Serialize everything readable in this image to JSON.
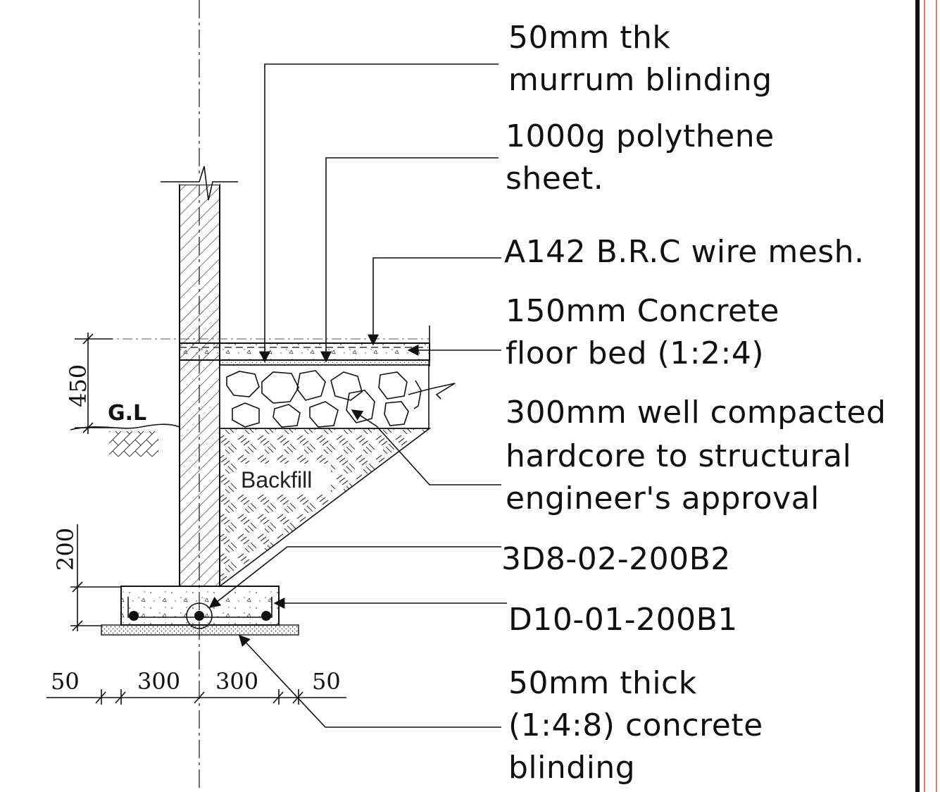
{
  "labels": {
    "murrum": [
      "50mm thk",
      "murrum blinding"
    ],
    "polythene": [
      "1000g polythene",
      "sheet."
    ],
    "mesh": "A142 B.R.C wire mesh.",
    "floor_bed": [
      "150mm Concrete",
      "floor bed (1:2:4)"
    ],
    "hardcore": [
      "300mm well compacted",
      "hardcore to structural",
      "engineer's approval"
    ],
    "bar_top": "3D8-02-200B2",
    "bar_bottom": "D10-01-200B1",
    "blinding": [
      "50mm thick",
      "(1:4:8) concrete",
      "blinding"
    ]
  },
  "ground_level": "G.L",
  "backfill": "Backfill",
  "dimensions": {
    "vertical": [
      "450",
      "200"
    ],
    "horizontal": [
      "50",
      "300",
      "300",
      "50"
    ]
  }
}
